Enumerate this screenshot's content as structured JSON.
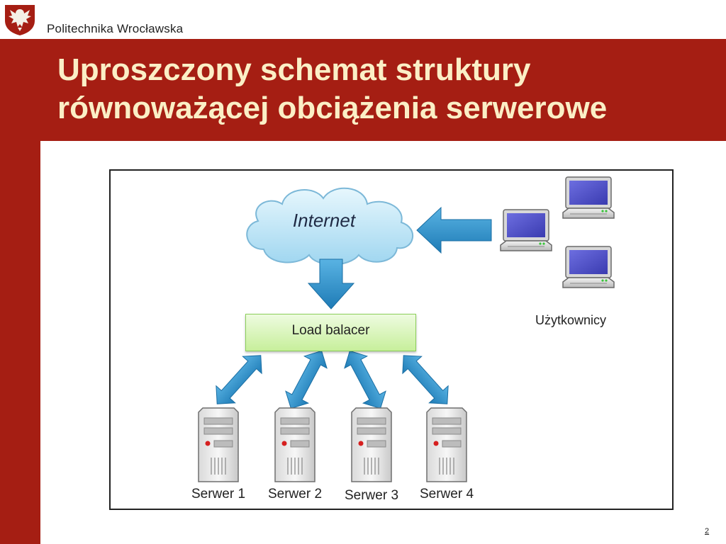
{
  "header": {
    "university": "Politechnika Wrocławska",
    "logo_icon": "eagle-crest-icon"
  },
  "slide": {
    "title_lines": [
      "Uproszczony schemat struktury",
      "równoważącej obciążenia serwerowe"
    ],
    "page_number": "2"
  },
  "diagram": {
    "cloud_label": "Internet",
    "load_balancer_label": "Load balacer",
    "users_label": "Użytkownicy",
    "servers": [
      "Serwer 1",
      "Serwer 2",
      "Serwer 3",
      "Serwer 4"
    ]
  },
  "colors": {
    "brand_red": "#a51e13",
    "title_text": "#fbefc6",
    "arrow_blue": "#2e8fc7",
    "cloud_blue": "#bfe6f7",
    "balancer_green": "#c7ef9b"
  }
}
